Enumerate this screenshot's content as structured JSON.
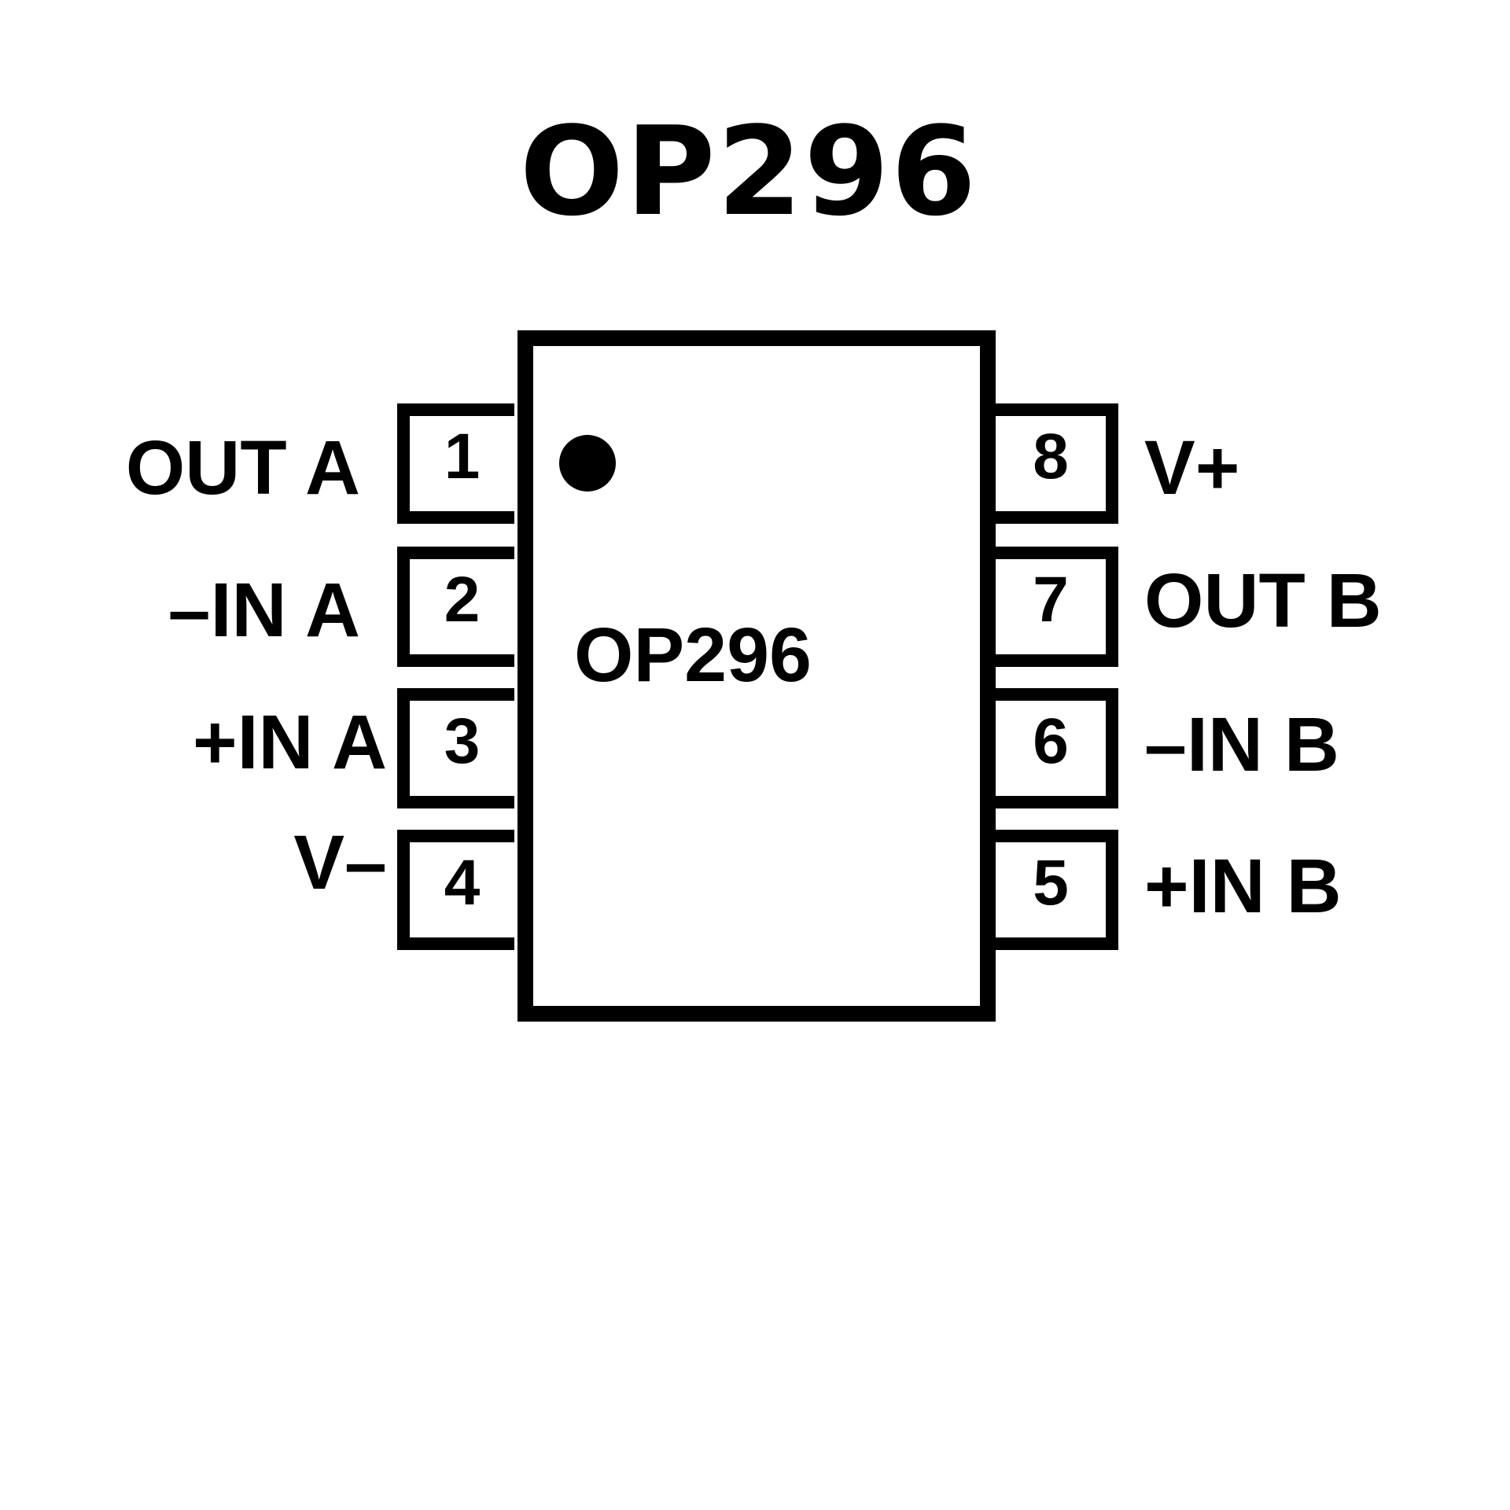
{
  "title": "OP296",
  "chip": {
    "part_label": "OP296",
    "pin1_marker": "dot",
    "pins_left": [
      {
        "number": "1",
        "label": "OUT A"
      },
      {
        "number": "2",
        "label": "–IN A"
      },
      {
        "number": "3",
        "label": "+IN A"
      },
      {
        "number": "4",
        "label": "V–"
      }
    ],
    "pins_right": [
      {
        "number": "8",
        "label": "V+"
      },
      {
        "number": "7",
        "label": "OUT B"
      },
      {
        "number": "6",
        "label": "–IN B"
      },
      {
        "number": "5",
        "label": "+IN B"
      }
    ]
  }
}
